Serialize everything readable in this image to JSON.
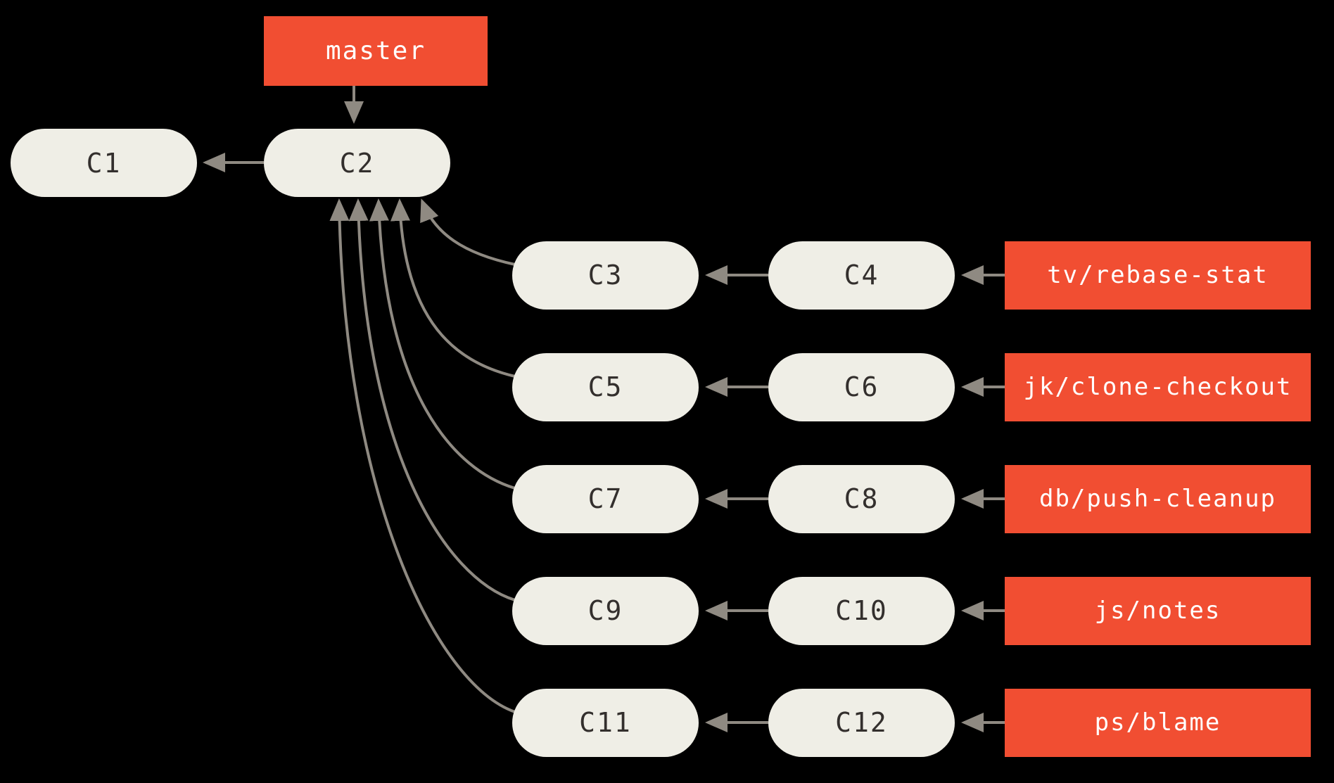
{
  "diagram_title": "git-branches-off-master",
  "colors": {
    "background": "#000000",
    "branch_label_bg": "#f14e32",
    "branch_label_text": "#ffffff",
    "commit_fill": "#efeee6",
    "commit_text": "#332f2d",
    "arrow": "#8f8a82"
  },
  "master_label": "master",
  "base_commits": [
    {
      "id": "C1"
    },
    {
      "id": "C2"
    }
  ],
  "branches": [
    {
      "label": "tv/rebase-stat",
      "commits": [
        "C3",
        "C4"
      ]
    },
    {
      "label": "jk/clone-checkout",
      "commits": [
        "C5",
        "C6"
      ]
    },
    {
      "label": "db/push-cleanup",
      "commits": [
        "C7",
        "C8"
      ]
    },
    {
      "label": "js/notes",
      "commits": [
        "C9",
        "C10"
      ]
    },
    {
      "label": "ps/blame",
      "commits": [
        "C11",
        "C12"
      ]
    }
  ]
}
